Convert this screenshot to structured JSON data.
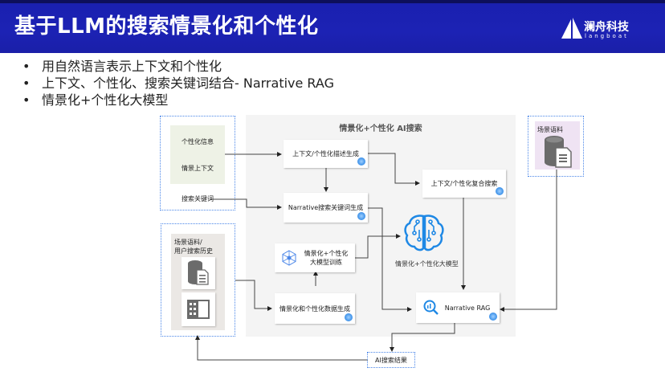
{
  "header": {
    "title": "基于LLM的搜索情景化和个性化",
    "logo_cn": "澜舟科技",
    "logo_en": "langboat"
  },
  "bullets": [
    "用自然语言表示上下文和个性化",
    "上下文、个性化、搜索关键词结合- Narrative RAG",
    "情景化+个性化大模型"
  ],
  "diagram": {
    "panel_title": "情景化+个性化 AI搜索",
    "inputs": {
      "personal_info": "个性化信息",
      "scene_context": "情景上下文",
      "search_keywords": "搜索关键词"
    },
    "boxes": {
      "context_gen": "上下文/个性化描述生成",
      "keyword_gen": "Narrative搜索关键词生成",
      "composite_search": "上下文/个性化复合搜索",
      "model_train_line1": "情景化+个性化",
      "model_train_line2": "大模型训练",
      "data_gen": "情景化和个性化数据生成",
      "narrative_rag": "Narrative RAG"
    },
    "llm_label": "情景化+个性化大模型",
    "scene_corpus": "场景语料",
    "history_line1": "场景语料/",
    "history_line2": "用户搜索历史",
    "result": "AI搜索结果"
  },
  "colors": {
    "header_bg": "#1c22b4",
    "accent_blue": "#1e88e5",
    "dotted_border": "#4a86e8"
  }
}
